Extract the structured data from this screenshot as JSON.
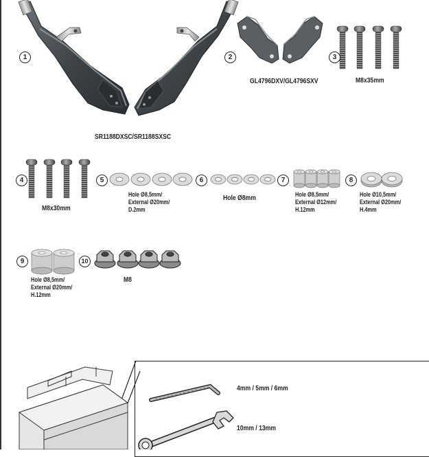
{
  "parts": {
    "p1": {
      "number": "1",
      "code": "SR1188DXSC/SR1188SXSC"
    },
    "p2": {
      "number": "2",
      "code": "GL4796DXV/GL4796SXV"
    },
    "p3": {
      "number": "3",
      "spec": "M8x35mm",
      "quantity": 4
    },
    "p4": {
      "number": "4",
      "spec": "M8x30mm",
      "quantity": 4
    },
    "p5": {
      "number": "5",
      "spec_lines": [
        "Hole Ø8,5mm/",
        "External Ø20mm/",
        "D.2mm"
      ],
      "quantity": 4
    },
    "p6": {
      "number": "6",
      "spec": "Hole Ø8mm",
      "quantity": 4
    },
    "p7": {
      "number": "7",
      "spec_lines": [
        "Hole Ø8,5mm/",
        "External Ø12mm/",
        "H.12mm"
      ],
      "quantity": 4
    },
    "p8": {
      "number": "8",
      "spec_lines": [
        "Hole Ø10,5mm/",
        "External Ø20mm/",
        "H.4mm"
      ],
      "quantity": 2
    },
    "p9": {
      "number": "9",
      "spec_lines": [
        "Hole Ø8,5mm/",
        "External Ø20mm/",
        "H.12mm"
      ],
      "quantity": 2
    },
    "p10": {
      "number": "10",
      "spec": "M8",
      "quantity": 4
    }
  },
  "tools": {
    "allen_keys": "4mm / 5mm / 6mm",
    "wrenches": "10mm / 13mm"
  },
  "icons": {
    "handguards": "handguard-pair-illustration",
    "brackets": "bracket-pair-illustration",
    "toolbox": "toolbox-illustration",
    "allen_key": "allen-key-icon",
    "wrench": "combination-wrench-icon"
  }
}
